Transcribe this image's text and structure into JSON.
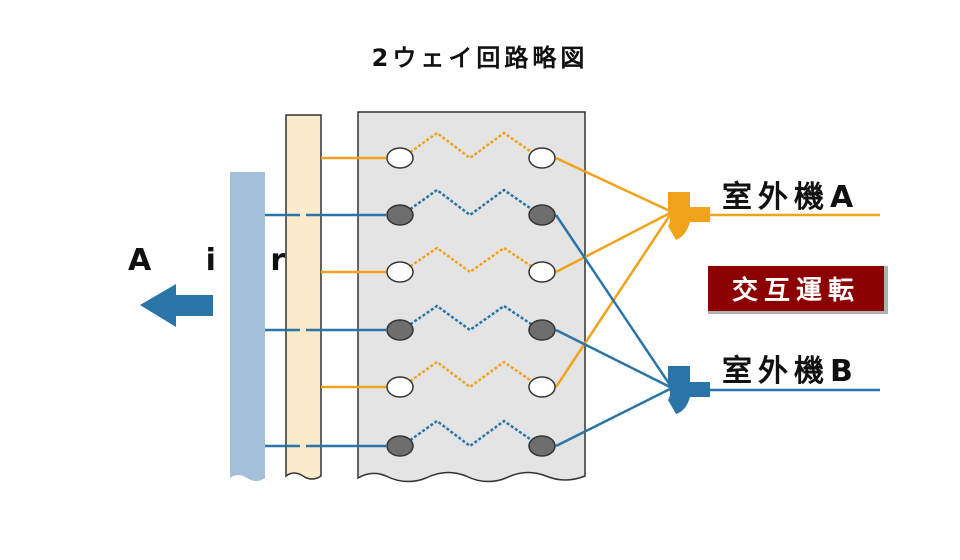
{
  "title": "2ウェイ回路略図",
  "air_label": "A i r",
  "unit_a": {
    "label": "室外機A",
    "color": "#f0a31a"
  },
  "unit_b": {
    "label": "室外機B",
    "color": "#2a74a8"
  },
  "alternate_badge": {
    "label": "交互運転",
    "color": "#8b0000"
  },
  "colors": {
    "air_bar": "#a3bfd9",
    "header_bar": "#fbeacb",
    "coil_panel": "#e4e4e4",
    "arrow": "#2a74a8"
  }
}
